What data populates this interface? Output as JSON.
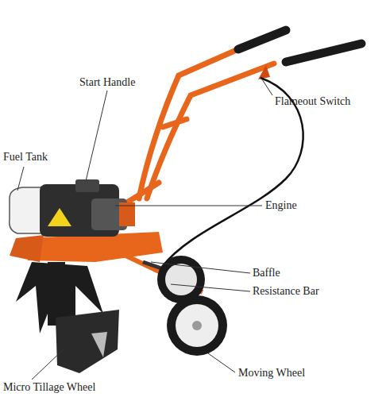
{
  "diagram": {
    "labels": [
      "Start Handle",
      "Fuel Tank",
      "Flameout Switch",
      "Engine",
      "Baffle",
      "Resistance Bar",
      "Micro Tillage Wheel",
      "Moving Wheel"
    ]
  }
}
